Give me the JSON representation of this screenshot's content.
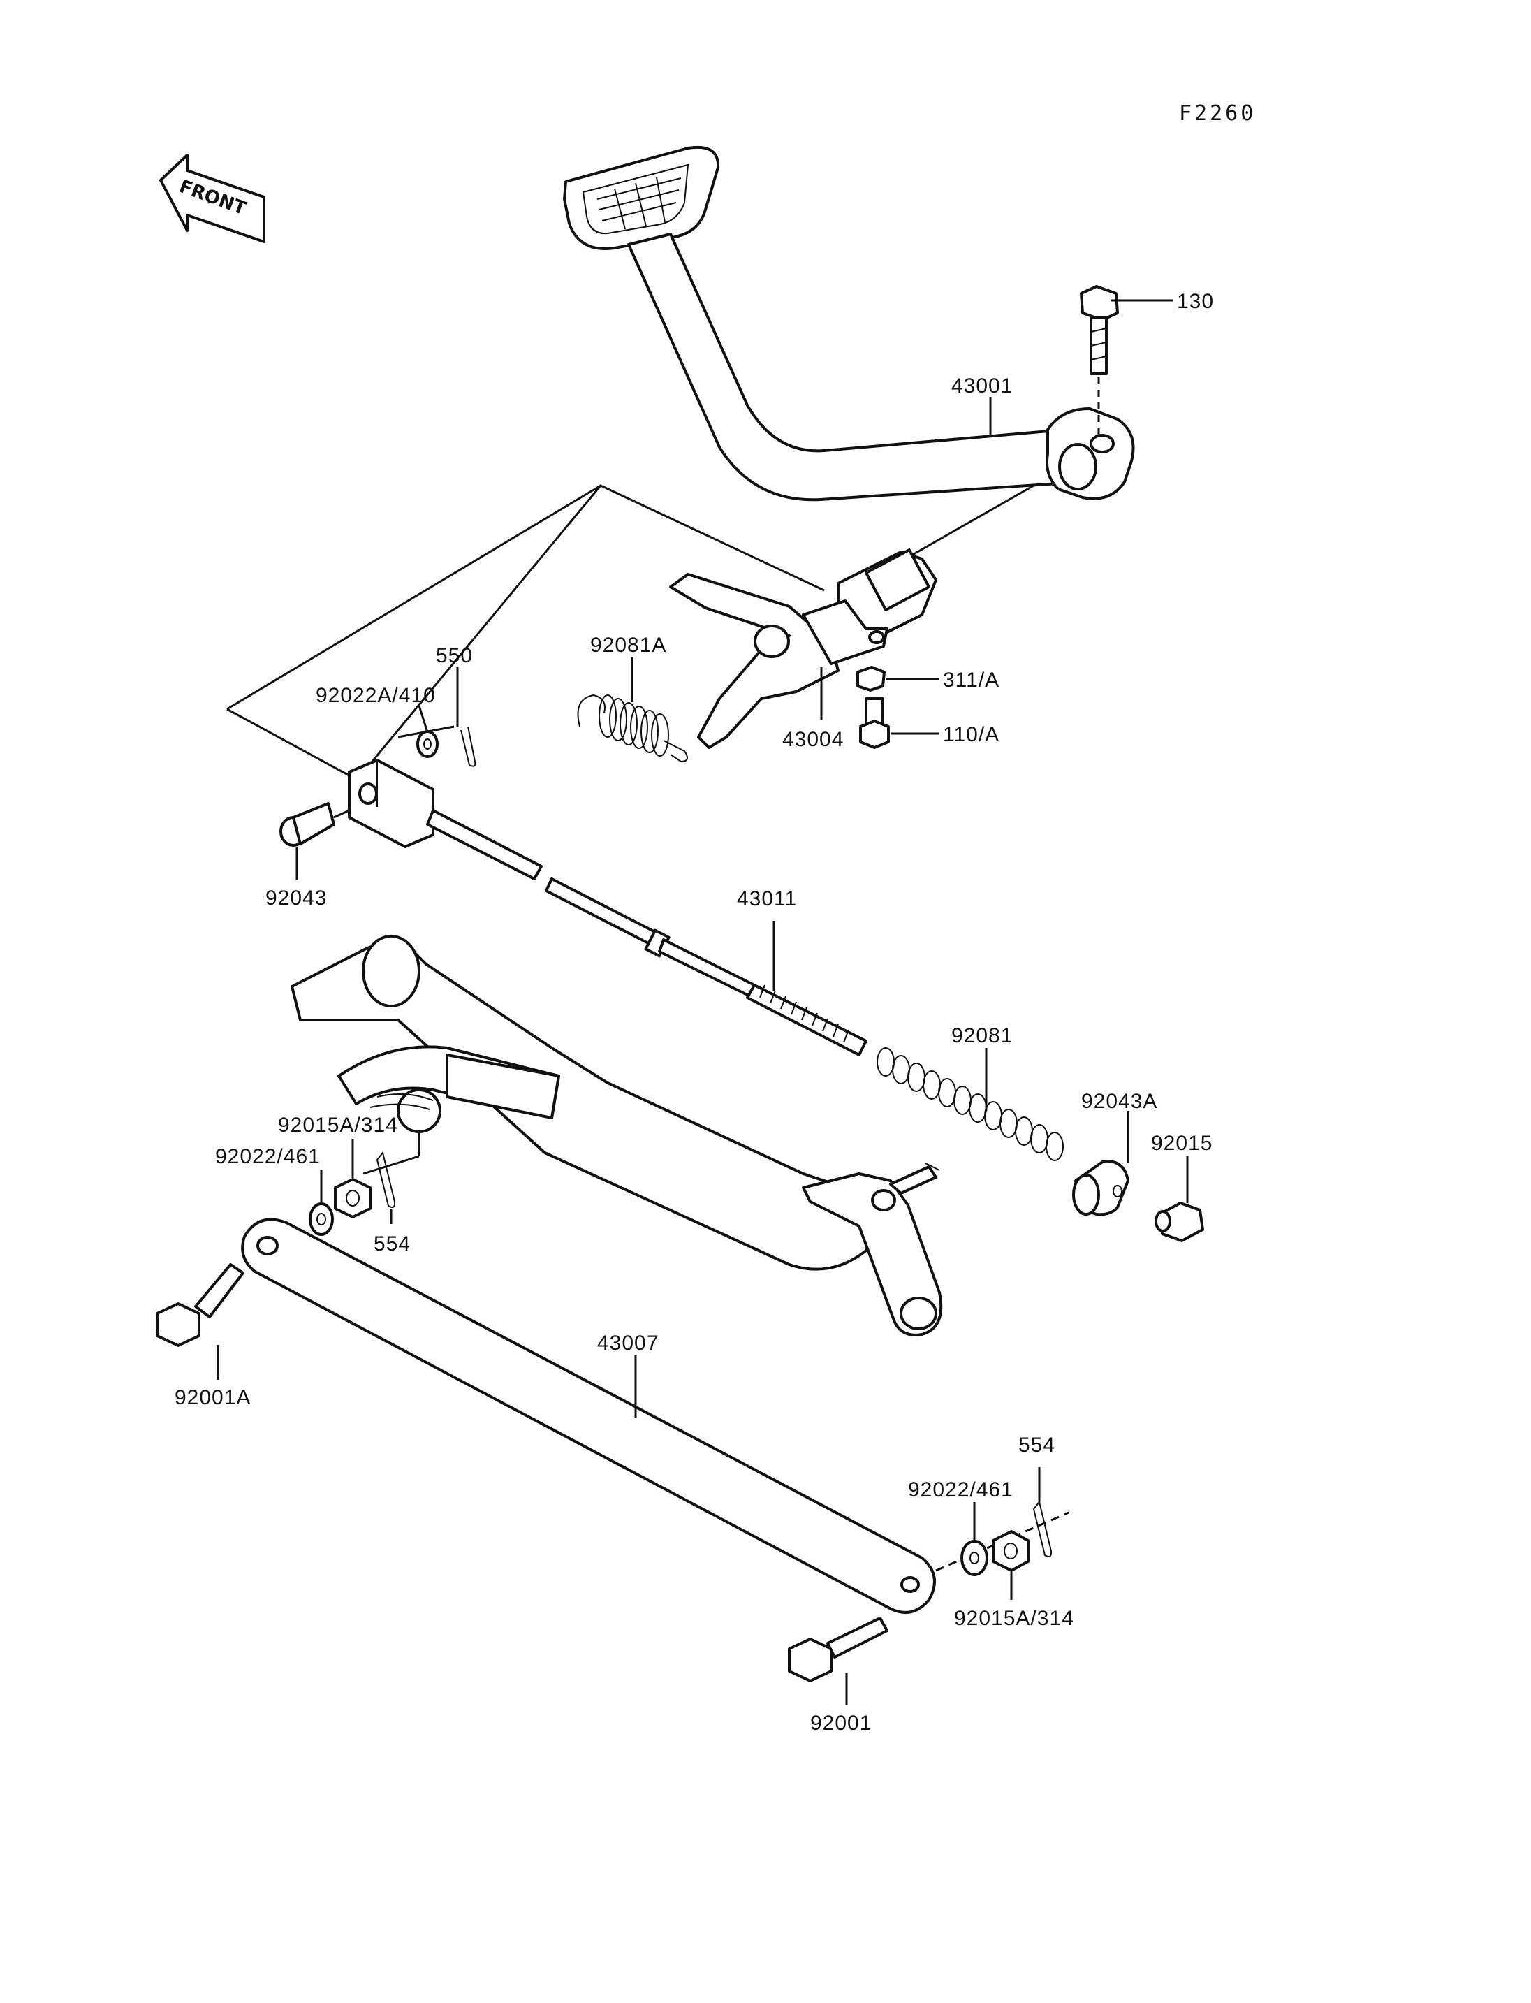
{
  "figure_code": "F2260",
  "front_arrow": {
    "label": "FRONT",
    "icon": "front-arrow-icon"
  },
  "labels": {
    "p130": "130",
    "p43001": "43001",
    "p311a": "311/A",
    "p110a": "110/A",
    "p43004": "43004",
    "p92081a": "92081A",
    "p550": "550",
    "p92022a410": "92022A/410",
    "p92043": "92043",
    "p43011": "43011",
    "p92081": "92081",
    "p92043a": "92043A",
    "p92015": "92015",
    "p92015a314_left": "92015A/314",
    "p92022461_left": "92022/461",
    "p554_left": "554",
    "p92001a": "92001A",
    "p43007": "43007",
    "p554_right": "554",
    "p92022461_right": "92022/461",
    "p92015a314_right": "92015A/314",
    "p92001": "92001"
  }
}
